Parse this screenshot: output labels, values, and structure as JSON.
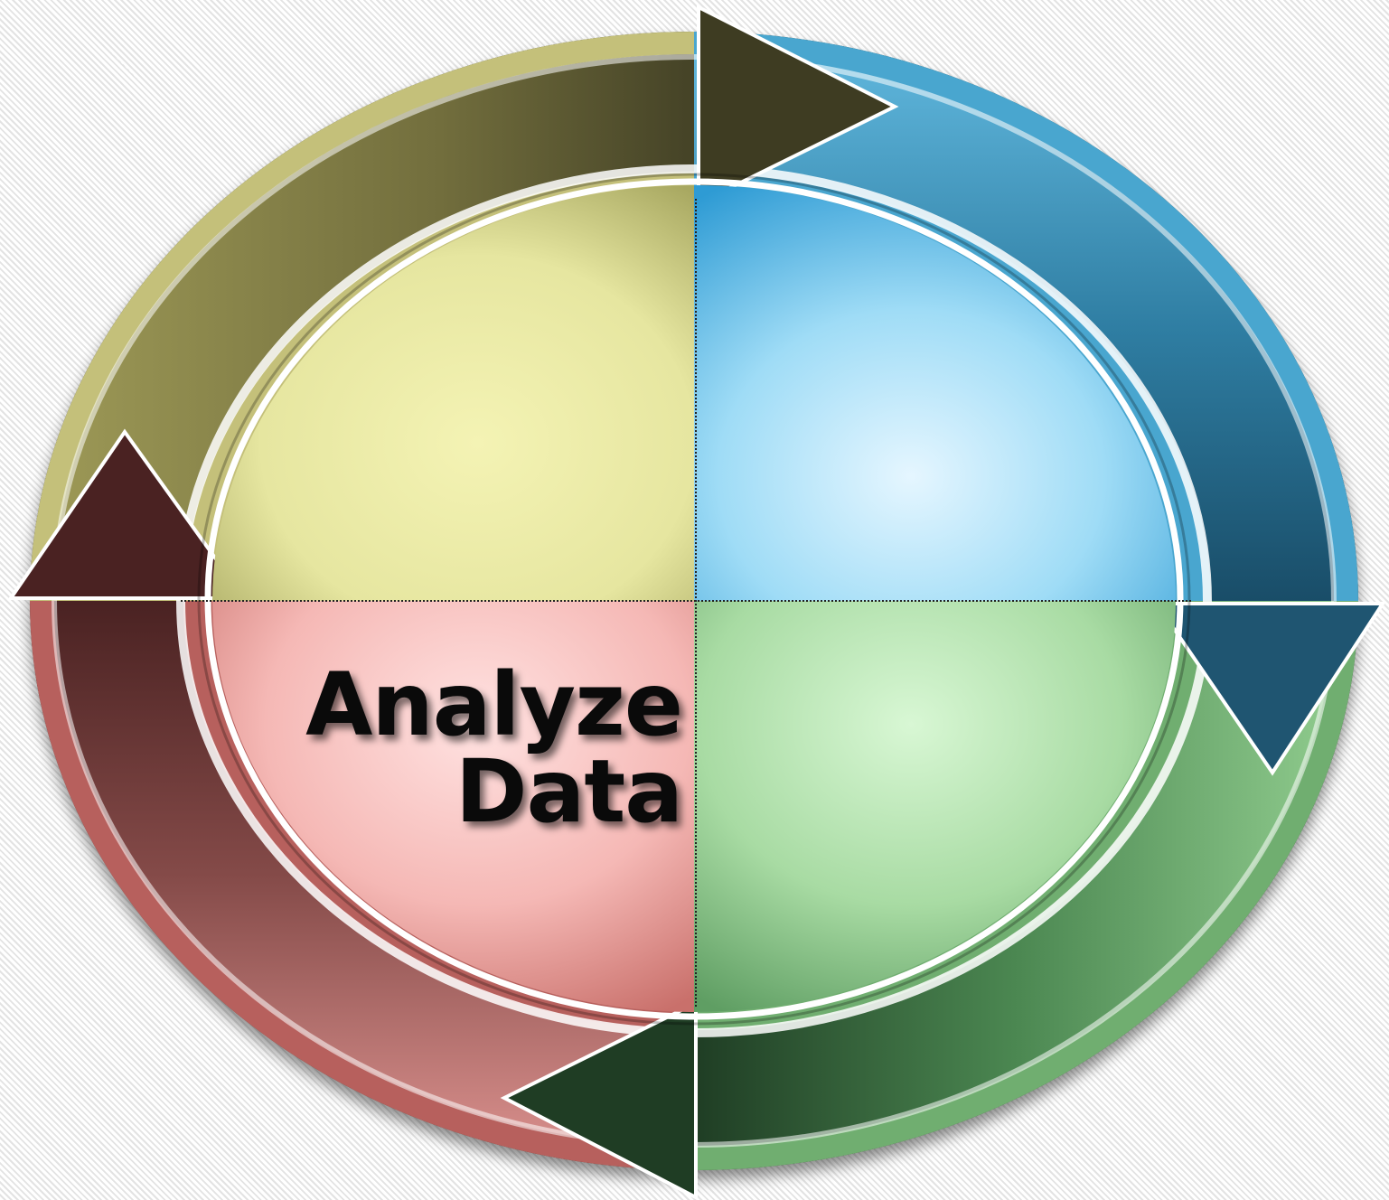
{
  "diagram": {
    "quadrants": [
      {
        "id": "top-left",
        "label": "",
        "color": "#e7e79f"
      },
      {
        "id": "top-right",
        "label": "",
        "color": "#7ccbea"
      },
      {
        "id": "bottom-right",
        "label": "",
        "color": "#a6dba3"
      },
      {
        "id": "bottom-left",
        "label_line1": "Analyze",
        "label_line2": "Data",
        "color": "#f3b3b1"
      }
    ],
    "arrows": [
      {
        "id": "top",
        "color": "#6e6a3a",
        "direction": "clockwise"
      },
      {
        "id": "right",
        "color": "#2f7a9c",
        "direction": "clockwise"
      },
      {
        "id": "bottom",
        "color": "#3f7a47",
        "direction": "clockwise"
      },
      {
        "id": "left",
        "color": "#7a3c3c",
        "direction": "clockwise"
      }
    ]
  }
}
